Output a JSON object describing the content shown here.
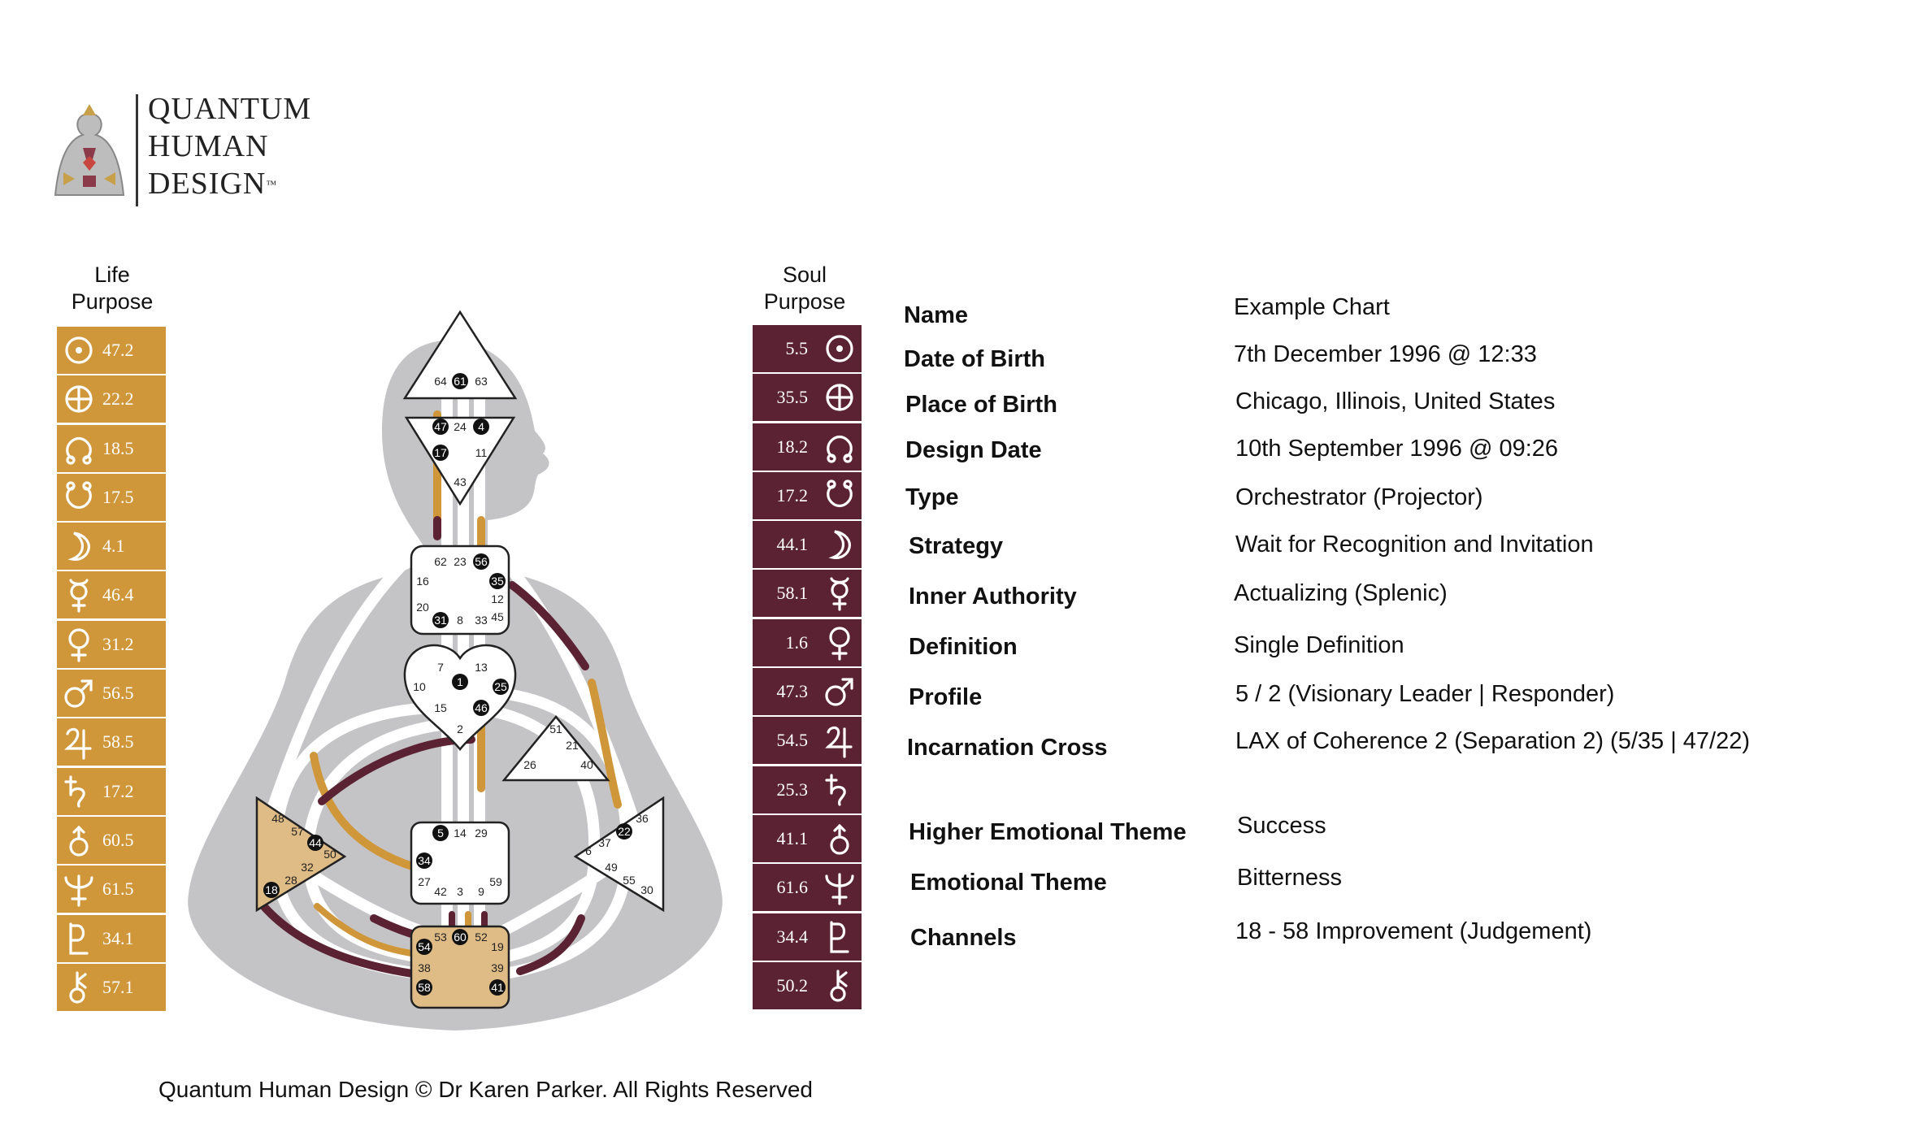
{
  "brand": {
    "logo_lines": [
      "QUANTUM",
      "HUMAN",
      "DESIGN"
    ],
    "trademark": "™"
  },
  "life_purpose": {
    "heading_lines": [
      "Life",
      "Purpose"
    ],
    "rows": [
      {
        "icon": "sun-icon",
        "value": "47.2"
      },
      {
        "icon": "earth-icon",
        "value": "22.2"
      },
      {
        "icon": "north-node-icon",
        "value": "18.5"
      },
      {
        "icon": "south-node-icon",
        "value": "17.5"
      },
      {
        "icon": "moon-icon",
        "value": "4.1"
      },
      {
        "icon": "mercury-icon",
        "value": "46.4"
      },
      {
        "icon": "venus-icon",
        "value": "31.2"
      },
      {
        "icon": "mars-icon",
        "value": "56.5"
      },
      {
        "icon": "jupiter-icon",
        "value": "58.5"
      },
      {
        "icon": "saturn-icon",
        "value": "17.2"
      },
      {
        "icon": "uranus-icon",
        "value": "60.5"
      },
      {
        "icon": "neptune-icon",
        "value": "61.5"
      },
      {
        "icon": "pluto-icon",
        "value": "34.1"
      },
      {
        "icon": "chiron-icon",
        "value": "57.1"
      }
    ]
  },
  "soul_purpose": {
    "heading_lines": [
      "Soul",
      "Purpose"
    ],
    "rows": [
      {
        "icon": "sun-icon",
        "value": "5.5"
      },
      {
        "icon": "earth-icon",
        "value": "35.5"
      },
      {
        "icon": "north-node-icon",
        "value": "18.2"
      },
      {
        "icon": "south-node-icon",
        "value": "17.2"
      },
      {
        "icon": "moon-icon",
        "value": "44.1"
      },
      {
        "icon": "mercury-icon",
        "value": "58.1"
      },
      {
        "icon": "venus-icon",
        "value": "1.6"
      },
      {
        "icon": "mars-icon",
        "value": "47.3"
      },
      {
        "icon": "jupiter-icon",
        "value": "54.5"
      },
      {
        "icon": "saturn-icon",
        "value": "25.3"
      },
      {
        "icon": "uranus-icon",
        "value": "41.1"
      },
      {
        "icon": "neptune-icon",
        "value": "61.6"
      },
      {
        "icon": "pluto-icon",
        "value": "34.4"
      },
      {
        "icon": "chiron-icon",
        "value": "50.2"
      }
    ]
  },
  "details": [
    {
      "label": "Name",
      "value": "Example Chart"
    },
    {
      "label": "Date of Birth",
      "value": "7th December 1996 @ 12:33"
    },
    {
      "label": "Place of Birth",
      "value": "Chicago, Illinois, United States"
    },
    {
      "label": "Design Date",
      "value": "10th September 1996 @ 09:26"
    },
    {
      "label": "Type",
      "value": "Orchestrator (Projector)"
    },
    {
      "label": "Strategy",
      "value": "Wait for Recognition and Invitation"
    },
    {
      "label": "Inner Authority",
      "value": "Actualizing (Splenic)"
    },
    {
      "label": "Definition",
      "value": "Single Definition"
    },
    {
      "label": "Profile",
      "value": "5 / 2 (Visionary Leader | Responder)"
    },
    {
      "label": "Incarnation Cross",
      "value": "LAX of Coherence 2 (Separation 2) (5/35 | 47/22)"
    },
    {
      "label": "Higher Emotional Theme",
      "value": "Success"
    },
    {
      "label": "Emotional Theme",
      "value": "Bitterness"
    },
    {
      "label": "Channels",
      "value": "18 - 58 Improvement (Judgement)"
    }
  ],
  "gates": {
    "head": [
      "64",
      "61",
      "63"
    ],
    "ajna": [
      "47",
      "24",
      "4",
      "17",
      "11",
      "43"
    ],
    "throat": [
      "62",
      "23",
      "56",
      "16",
      "35",
      "12",
      "20",
      "45",
      "31",
      "8",
      "33"
    ],
    "g": [
      "7",
      "1",
      "13",
      "10",
      "25",
      "15",
      "46",
      "2"
    ],
    "ego": [
      "51",
      "21",
      "26",
      "40"
    ],
    "spleen": [
      "48",
      "57",
      "44",
      "50",
      "32",
      "28",
      "18"
    ],
    "solar_plexus": [
      "36",
      "22",
      "37",
      "6",
      "49",
      "55",
      "30"
    ],
    "sacral": [
      "5",
      "14",
      "29",
      "34",
      "27",
      "59",
      "42",
      "3",
      "9"
    ],
    "root": [
      "53",
      "60",
      "52",
      "54",
      "19",
      "38",
      "39",
      "58",
      "41"
    ]
  },
  "colors": {
    "life": "#cf973a",
    "soul": "#5a2233",
    "silhouette": "#c4c4c6",
    "defined_center": "#dfbb85"
  },
  "footer": "Quantum Human Design © Dr Karen Parker. All Rights Reserved"
}
